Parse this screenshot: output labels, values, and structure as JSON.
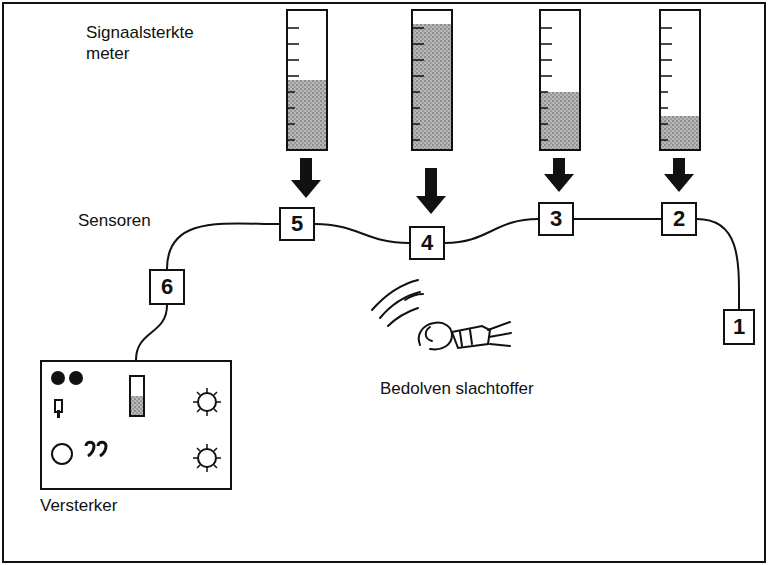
{
  "diagram": {
    "nodes": [
      {
        "text": [
          "5"
        ]
      },
      {
        "text": [
          "4"
        ]
      },
      {
        "text": [
          "3"
        ]
      },
      {
        "text": [
          "2"
        ]
      },
      {
        "text": [
          "1"
        ]
      },
      {
        "text": [
          "6"
        ]
      },
      {
        "text": [
          "Versterker"
        ]
      }
    ],
    "edges": [
      {
        "from": 5,
        "to": 0,
        "arrow": "none"
      },
      {
        "from": 0,
        "to": 1,
        "arrow": "none"
      },
      {
        "from": 1,
        "to": 2,
        "arrow": "none"
      },
      {
        "from": 2,
        "to": 3,
        "arrow": "none"
      },
      {
        "from": 3,
        "to": 4,
        "arrow": "none"
      },
      {
        "from": 6,
        "to": 5,
        "arrow": "none"
      }
    ],
    "labels": [
      "Signaalsterkte meter",
      "Sensoren",
      "Bedolven slachtoffer"
    ]
  }
}
